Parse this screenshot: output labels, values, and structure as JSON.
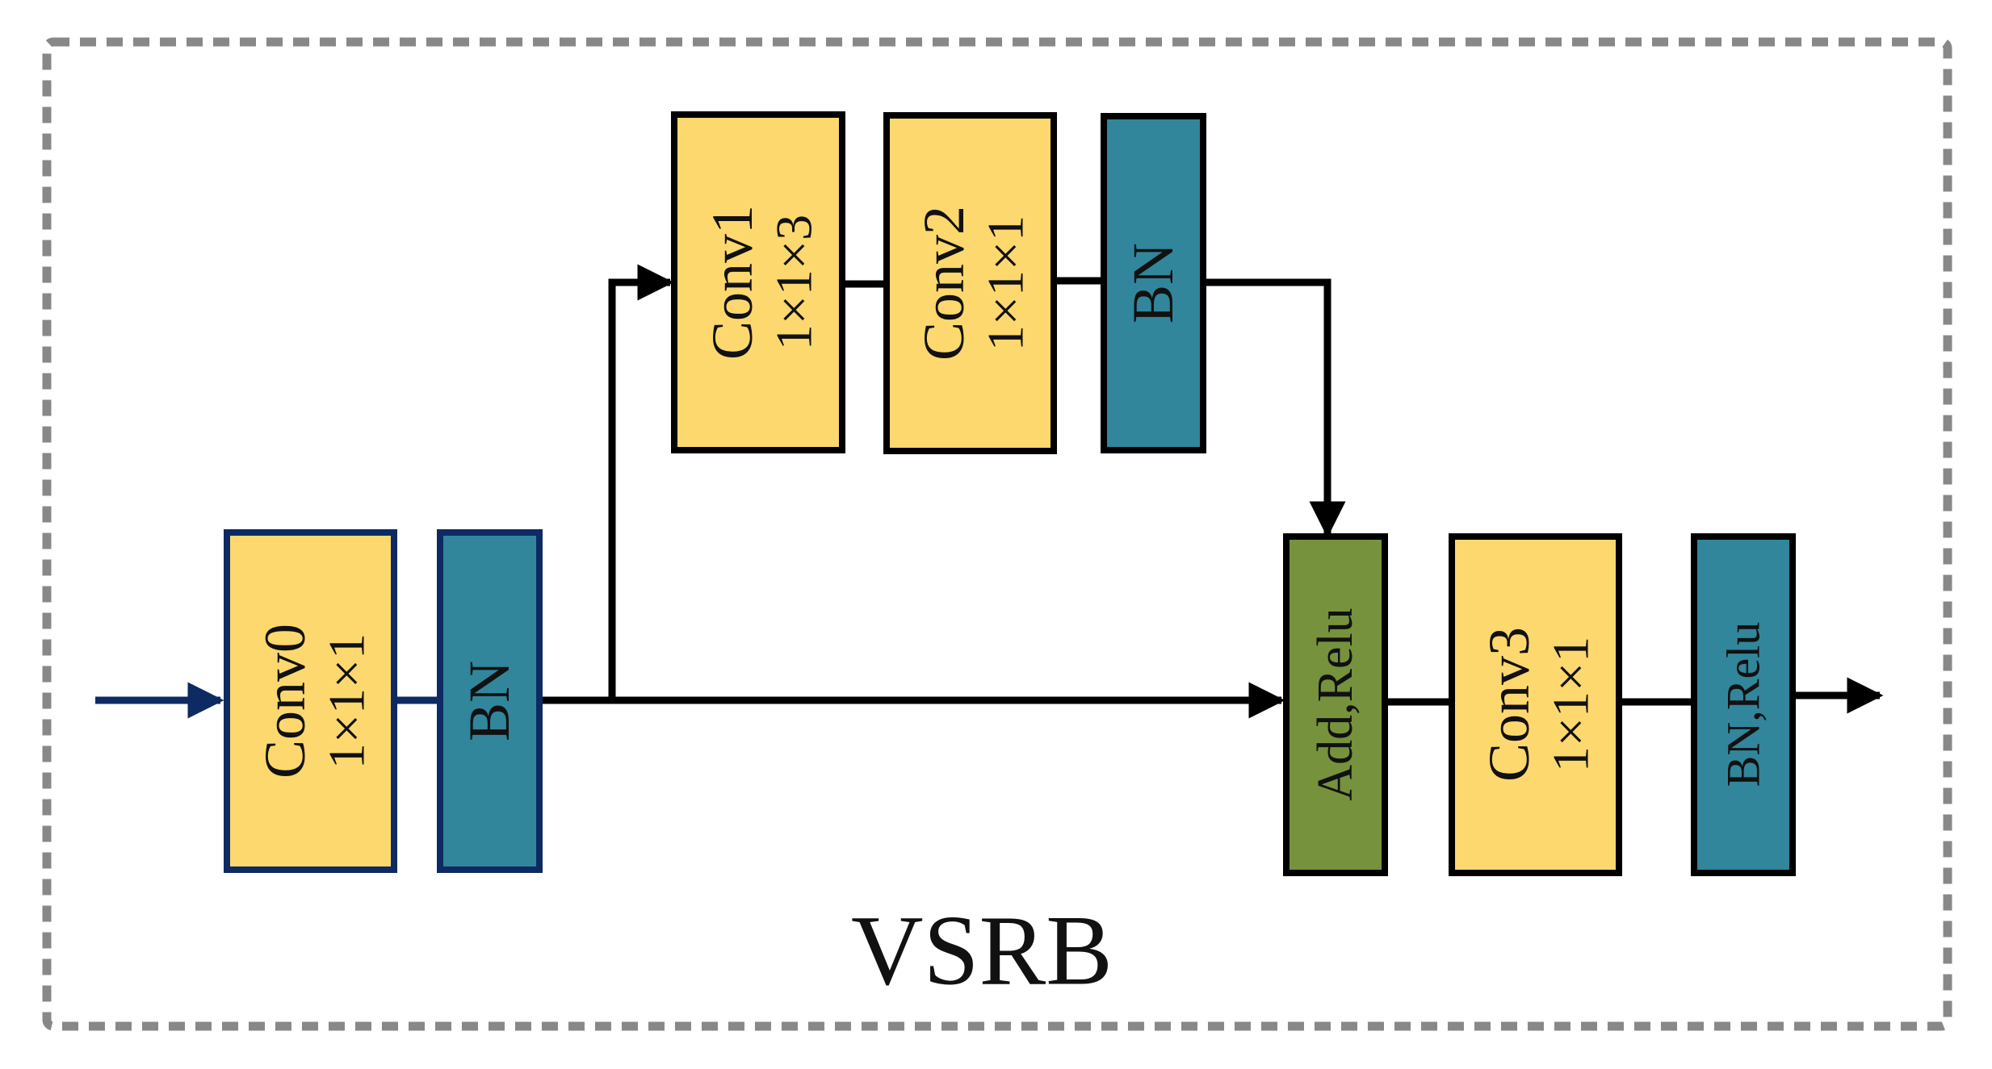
{
  "title": "VSRB",
  "colors": {
    "conv_fill": "#fdd86e",
    "bn_fill": "#31869b",
    "add_fill": "#76923c",
    "input_border": "#0d2a63",
    "block_border": "#000000",
    "frame_dash": "#888888",
    "input_arrow": "#0d2a63"
  },
  "blocks": {
    "conv0": {
      "name": "Conv0",
      "kernel": "1×1×1"
    },
    "bn0": {
      "name": "BN"
    },
    "conv1": {
      "name": "Conv1",
      "kernel": "1×1×3"
    },
    "conv2": {
      "name": "Conv2",
      "kernel": "1×1×1"
    },
    "bn1": {
      "name": "BN"
    },
    "add_relu": {
      "name": "Add,Relu"
    },
    "conv3": {
      "name": "Conv3",
      "kernel": "1×1×1"
    },
    "bn_relu": {
      "name": "BN,Relu"
    }
  }
}
